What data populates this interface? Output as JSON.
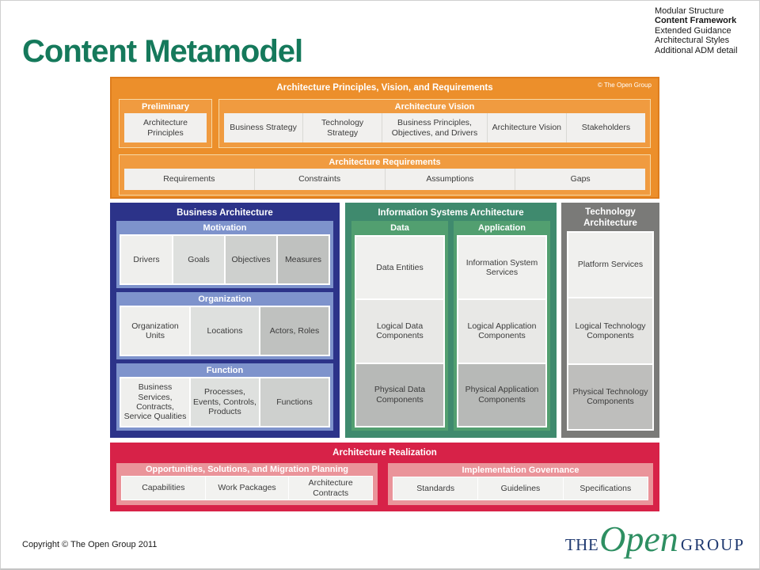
{
  "nav": {
    "items": [
      {
        "label": "Modular Structure"
      },
      {
        "label": "Content Framework"
      },
      {
        "label": "Extended Guidance"
      },
      {
        "label": "Architectural Styles"
      },
      {
        "label": "Additional ADM detail"
      }
    ]
  },
  "title": "Content Metamodel",
  "diagram": {
    "credit": "© The Open Group",
    "principles_vision_requirements": {
      "title": "Architecture Principles, Vision, and Requirements",
      "preliminary": {
        "title": "Preliminary",
        "cells": [
          "Architecture Principles"
        ]
      },
      "architecture_vision": {
        "title": "Architecture Vision",
        "cells": [
          "Business Strategy",
          "Technology Strategy",
          "Business Principles, Objectives, and Drivers",
          "Architecture Vision",
          "Stakeholders"
        ]
      },
      "architecture_requirements": {
        "title": "Architecture Requirements",
        "cells": [
          "Requirements",
          "Constraints",
          "Assumptions",
          "Gaps"
        ]
      }
    },
    "business_architecture": {
      "title": "Business Architecture",
      "groups": [
        {
          "title": "Motivation",
          "cells": [
            "Drivers",
            "Goals",
            "Objectives",
            "Measures"
          ]
        },
        {
          "title": "Organization",
          "cells": [
            "Organization Units",
            "Locations",
            "Actors, Roles"
          ]
        },
        {
          "title": "Function",
          "cells": [
            "Business Services, Contracts, Service Qualities",
            "Processes, Events, Controls, Products",
            "Functions"
          ]
        }
      ]
    },
    "information_systems_architecture": {
      "title": "Information Systems Architecture",
      "columns": [
        {
          "title": "Data",
          "cells": [
            "Data Entities",
            "Logical Data Components",
            "Physical Data Components"
          ]
        },
        {
          "title": "Application",
          "cells": [
            "Information System Services",
            "Logical Application Components",
            "Physical Application Components"
          ]
        }
      ]
    },
    "technology_architecture": {
      "title": "Technology Architecture",
      "cells": [
        "Platform Services",
        "Logical Technology Components",
        "Physical Technology Components"
      ]
    },
    "architecture_realization": {
      "title": "Architecture Realization",
      "groups": [
        {
          "title": "Opportunities, Solutions, and Migration Planning",
          "cells": [
            "Capabilities",
            "Work Packages",
            "Architecture Contracts"
          ]
        },
        {
          "title": "Implementation Governance",
          "cells": [
            "Standards",
            "Guidelines",
            "Specifications"
          ]
        }
      ]
    }
  },
  "footer": {
    "copyright": "Copyright © The Open Group 2011"
  },
  "logo": {
    "the": "THE",
    "open": "Open",
    "group": "GROUP"
  },
  "colors": {
    "title_green": "#15795B",
    "orange_section": "#EC8F2B",
    "orange_box": "#F09B40",
    "business_navy": "#2C3389",
    "business_periwinkle": "#7E93CC",
    "isa_teal": "#3F8A6E",
    "isa_column_green": "#529F70",
    "technology_gray": "#7A7A78",
    "realization_crimson": "#D72248",
    "realization_pink": "#EA949A",
    "logo_navy": "#1F3970",
    "logo_green": "#2E8F62"
  }
}
